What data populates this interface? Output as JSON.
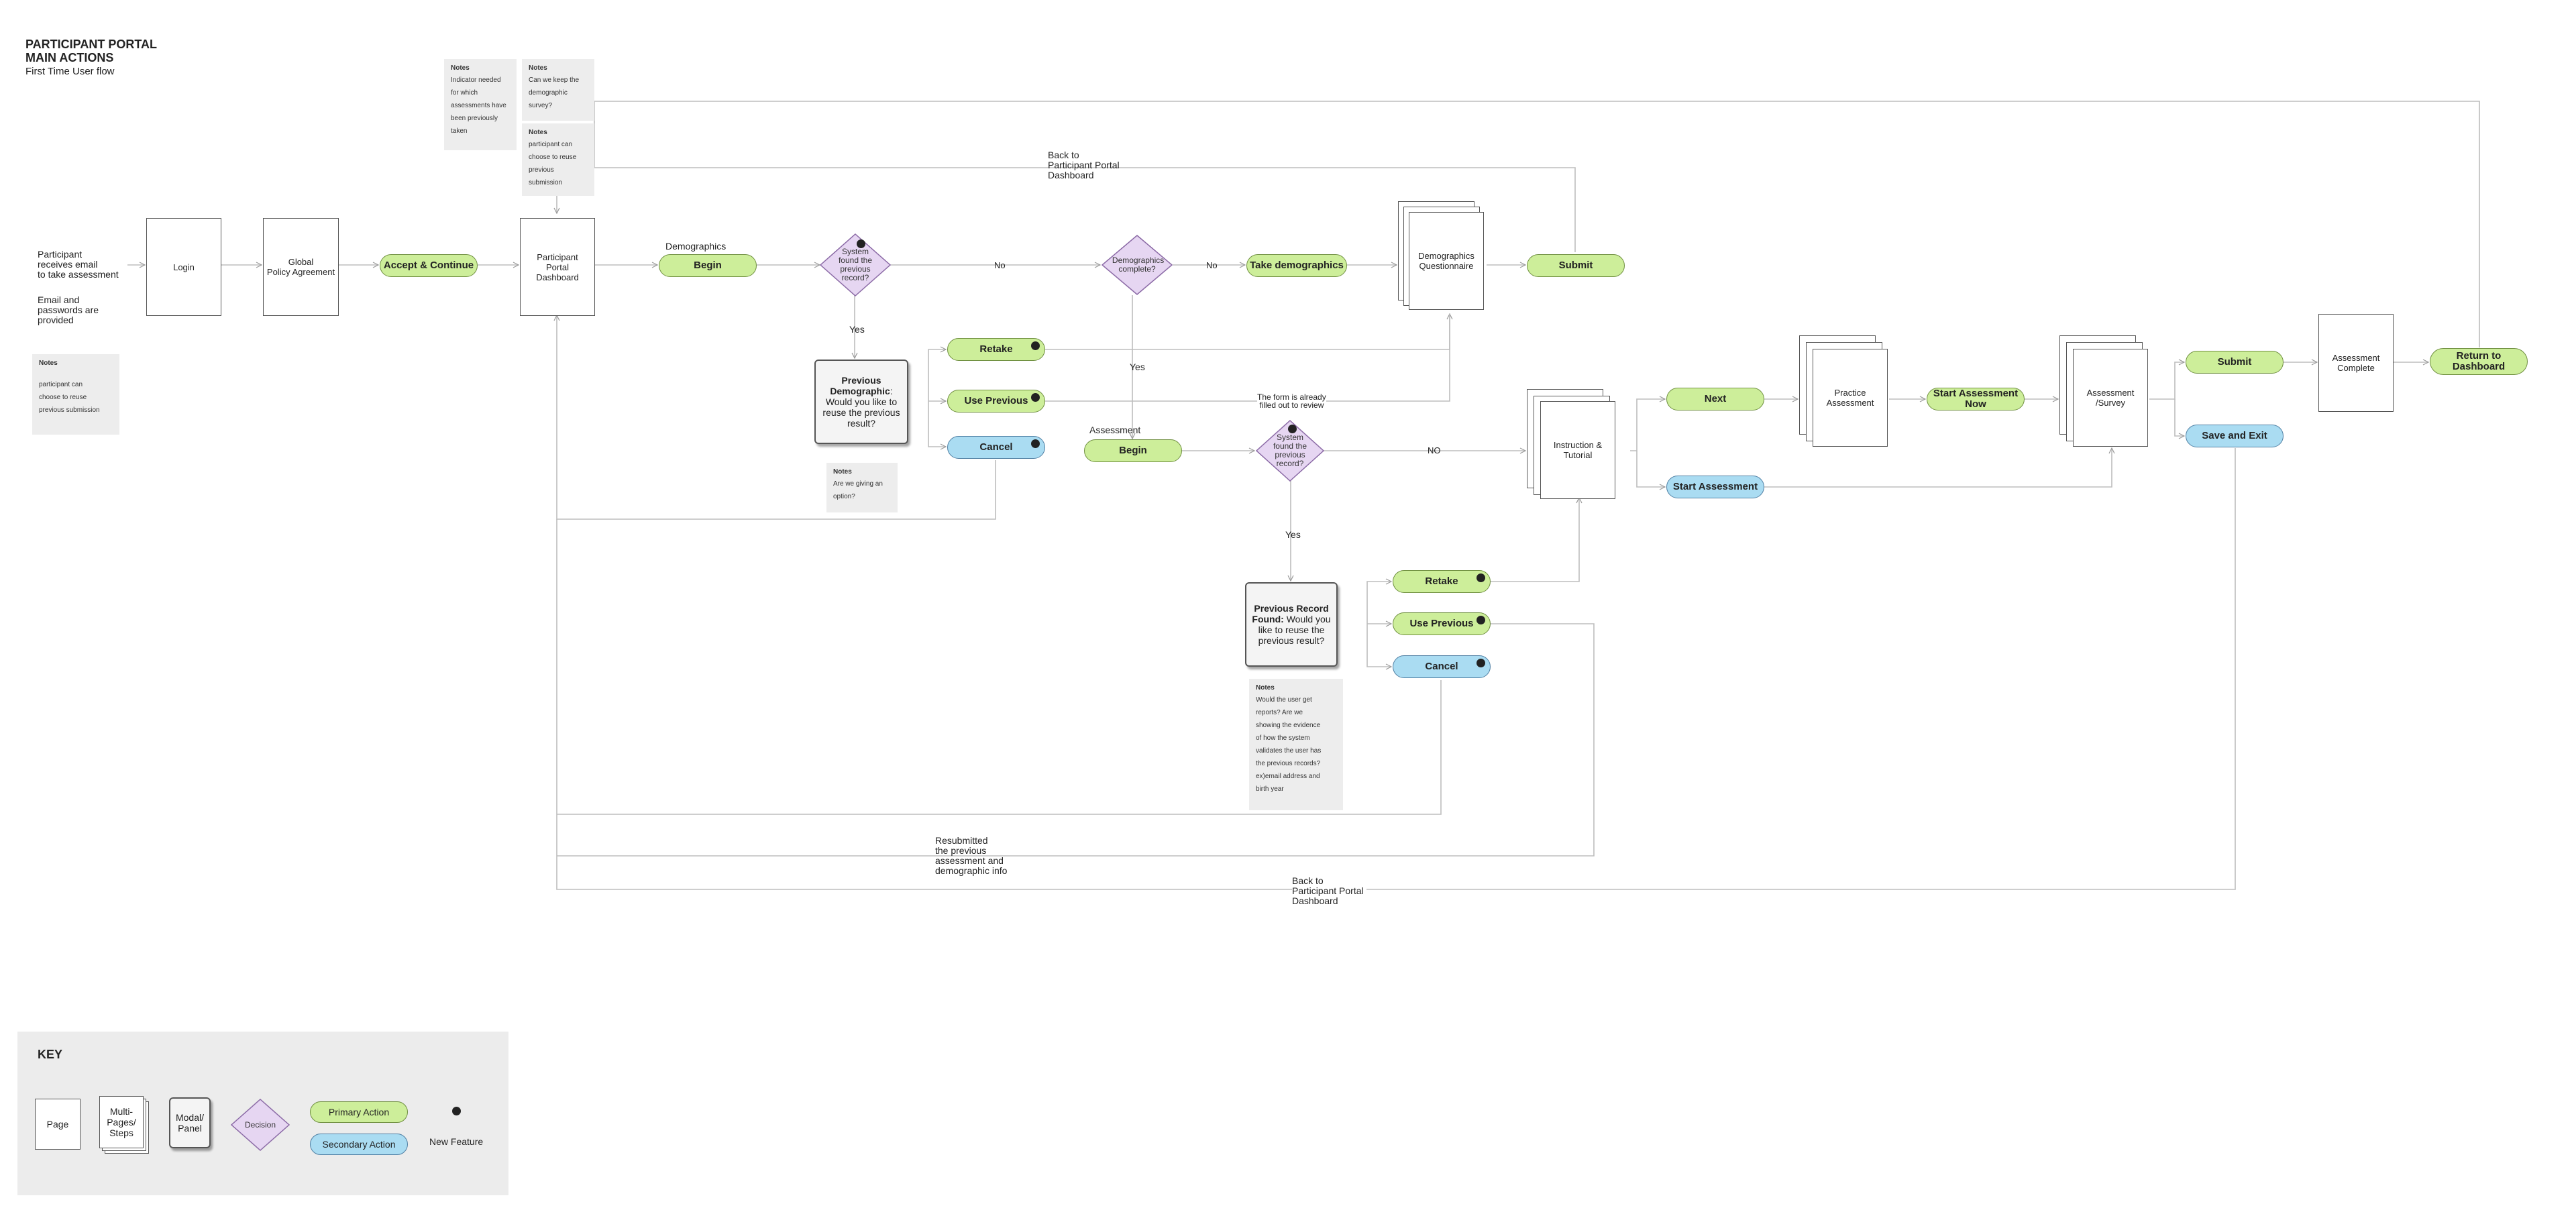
{
  "header": {
    "title_line1": "PARTICIPANT PORTAL",
    "title_line2": "MAIN ACTIONS",
    "subtitle": "First Time User flow"
  },
  "intro": {
    "receives_email": [
      "Participant",
      "receives email",
      "to take assessment"
    ],
    "credentials": [
      "Email and",
      "passwords are",
      "provided"
    ]
  },
  "pages": {
    "login": "Login",
    "global_policy": [
      "Global",
      "Policy Agreement"
    ],
    "portal_dashboard": [
      "Participant",
      "Portal",
      "Dashboard"
    ],
    "assessment_complete": [
      "Assessment",
      "Complete"
    ]
  },
  "multipages": {
    "demographics_questionnaire": [
      "Demographics",
      "Questionnaire"
    ],
    "instruction_tutorial": [
      "Instruction &",
      "Tutorial"
    ],
    "practice_assessment": [
      "Practice",
      "Assessment"
    ],
    "assessment_survey": [
      "Assessment",
      "/Survey"
    ]
  },
  "buttons": {
    "accept_continue": "Accept & Continue",
    "demographics_begin": "Begin",
    "take_demographics": "Take demographics",
    "demographics_submit": "Submit",
    "demo_retake": "Retake",
    "demo_use_previous": "Use Previous",
    "demo_cancel": "Cancel",
    "assessment_begin": "Begin",
    "next": "Next",
    "start_assessment": "Start Assessment",
    "start_assessment_now": "Start Assessment Now",
    "assessment_submit": "Submit",
    "save_and_exit": "Save and Exit",
    "return_to_dashboard": "Return to Dashboard",
    "rec_retake": "Retake",
    "rec_use_previous": "Use Previous",
    "rec_cancel": "Cancel"
  },
  "decisions": {
    "demo_found": [
      "System",
      "found the previous",
      "record?"
    ],
    "demo_complete": [
      "Demographics",
      "complete?"
    ],
    "assess_found": [
      "System",
      "found the previous",
      "record?"
    ]
  },
  "modals": {
    "previous_demographic_bold": "Previous Demographic",
    "previous_demographic_text": ": Would you like to reuse the previous result?",
    "previous_record_bold": "Previous Record Found:",
    "previous_record_text": " Would you like to reuse the previous result?"
  },
  "labels": {
    "demographics": "Demographics",
    "assessment": "Assessment",
    "no1": "No",
    "no2": "No",
    "no3": "NO",
    "yes1": "Yes",
    "yes2": "Yes",
    "yes3": "Yes",
    "back_to_dashboard_top": [
      "Back to",
      "Participant Portal",
      "Dashboard"
    ],
    "form_already_filled": [
      "The form is already",
      "filled out to review"
    ],
    "resubmitted": [
      "Resubmitted",
      "the previous",
      "assessment and",
      "demographic info"
    ],
    "back_to_dashboard_bottom": [
      "Back to",
      "Participant Portal",
      "Dashboard"
    ]
  },
  "notes": {
    "heading": "Notes",
    "indicator": [
      "Indicator needed",
      "for which",
      "assessments have",
      "been previously",
      "taken"
    ],
    "keep_demographic": [
      "Can we keep the",
      "demographic",
      "survey?"
    ],
    "reuse_top": [
      "participant can",
      "choose to reuse",
      "previous",
      "submission"
    ],
    "reuse_left": [
      "participant can",
      "choose to reuse",
      "previous submission"
    ],
    "giving_option": [
      "Are we giving an",
      "option?"
    ],
    "reports": [
      "Would the user get",
      "reports? Are we",
      "showing the evidence",
      "of how the system",
      "validates the user has",
      "the previous records?",
      "ex)email address and",
      "birth year"
    ]
  },
  "key": {
    "title": "KEY",
    "page": "Page",
    "multi_pages": [
      "Multi-",
      "Pages/",
      "Steps"
    ],
    "modal_panel": [
      "Modal/",
      "Panel"
    ],
    "decision": "Decision",
    "primary_action": "Primary Action",
    "secondary_action": "Secondary Action",
    "new_feature": "New Feature"
  },
  "colors": {
    "primary": "#cdee9a",
    "secondary": "#aadcf2",
    "decision": "#e6d6f2",
    "note": "#ededed",
    "line": "#bbbbbb"
  }
}
